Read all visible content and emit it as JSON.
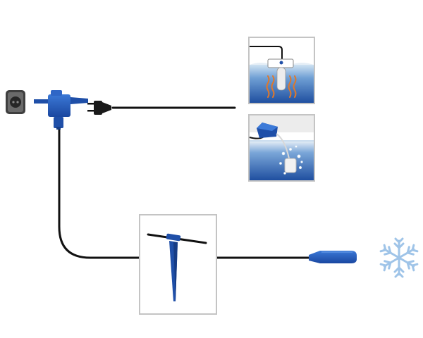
{
  "diagram": {
    "description_labels": [],
    "components": [
      {
        "id": "wall-socket",
        "icon": "power-socket-icon"
      },
      {
        "id": "controller-adapter",
        "icon": "plug-adapter-icon"
      },
      {
        "id": "power-plug",
        "icon": "power-plug-icon"
      },
      {
        "id": "pond-heater-panel",
        "icon": "pond-heater-icon"
      },
      {
        "id": "pond-aerator-panel",
        "icon": "air-pump-icon"
      },
      {
        "id": "temperature-sensor-stake-panel",
        "icon": "ground-stake-sensor-icon"
      },
      {
        "id": "temperature-probe",
        "icon": "temperature-probe-icon"
      },
      {
        "id": "frost",
        "icon": "snowflake-icon"
      }
    ],
    "colors": {
      "device_blue": "#1f4fa8",
      "device_blue_light": "#2f6fd0",
      "cable": "#111111",
      "panel_border": "#bdbdbd",
      "water_top": "#d5e6f3",
      "water_bottom": "#2257a6",
      "heat_orange": "#e0782a",
      "snowflake": "#9fc4e8",
      "socket_dark": "#4a4a4a"
    }
  }
}
